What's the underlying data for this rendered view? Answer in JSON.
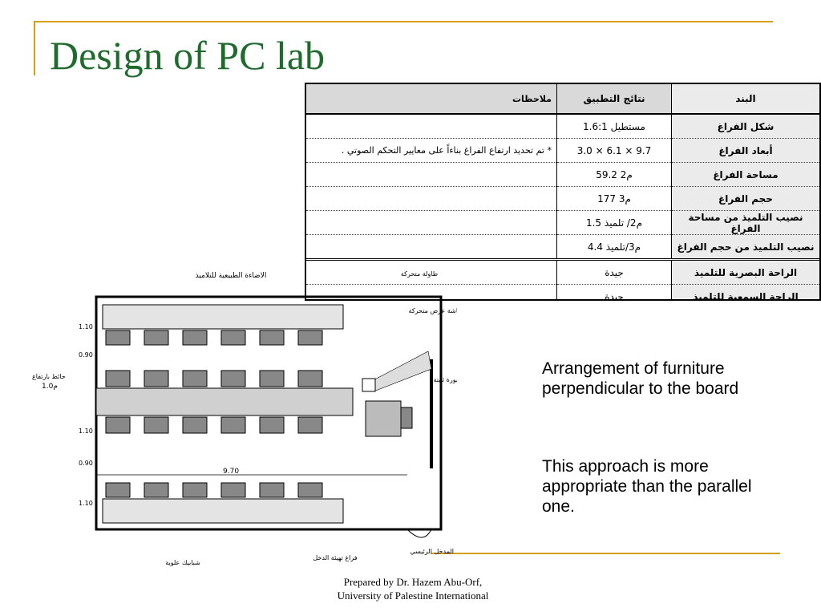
{
  "title": "Design of PC lab",
  "table": {
    "headers": {
      "notes": "ملاحظات",
      "result": "نتائج التطبيق",
      "item": "البند"
    },
    "rows": [
      {
        "item": "شكل الفراغ",
        "result": "1.6:1      مستطيل",
        "notes": ""
      },
      {
        "item": "أبعاد الفراغ",
        "result": "3.0 × 6.1 × 9.7",
        "notes": "* تم تحديد ارتفاع الفراغ بناءاً على معايير التحكم الصوتي ."
      },
      {
        "item": "مساحة الفراغ",
        "result": "59.2   م2",
        "notes": ""
      },
      {
        "item": "حجم الفراغ",
        "result": "177   م3",
        "notes": ""
      },
      {
        "item": "نصيب التلميذ من مساحة الفراغ",
        "result": "1.5  م2/ تلميذ",
        "notes": ""
      },
      {
        "item": "نصيب التلميذ من حجم الفراغ",
        "result": "4.4  م3/تلميذ",
        "notes": ""
      },
      {
        "item": "الراحة البصرية للتلميذ",
        "result": "جيدة",
        "notes": ""
      },
      {
        "item": "الراحة السمعية للتلميذ",
        "result": "جيدة",
        "notes": ""
      }
    ]
  },
  "plan": {
    "labels": {
      "natural_light": "الاضاءة الطبيعية للتلاميذ",
      "mobile_table": "طاولة متحركة",
      "mobile_screen": "شاشة عرض متحركة",
      "fixed_board": "سبورة ثابتة",
      "wall_height": "حائط بارتفاع",
      "wall_height_value": "1.0م",
      "high_windows": "شبابيك علوية",
      "entrance_space": "فراغ تهيئة الدخل",
      "main_entrance": "المدخل الرئيسي",
      "length": "9.70",
      "dim_110": "1.10",
      "dim_090": "0.90"
    }
  },
  "description": {
    "p1": "Arrangement of furniture perpendicular to the board",
    "p2": "This approach is more appropriate than the parallel one."
  },
  "footer": {
    "line1": "Prepared by Dr. Hazem Abu-Orf,",
    "line2": "University of Palestine International"
  }
}
